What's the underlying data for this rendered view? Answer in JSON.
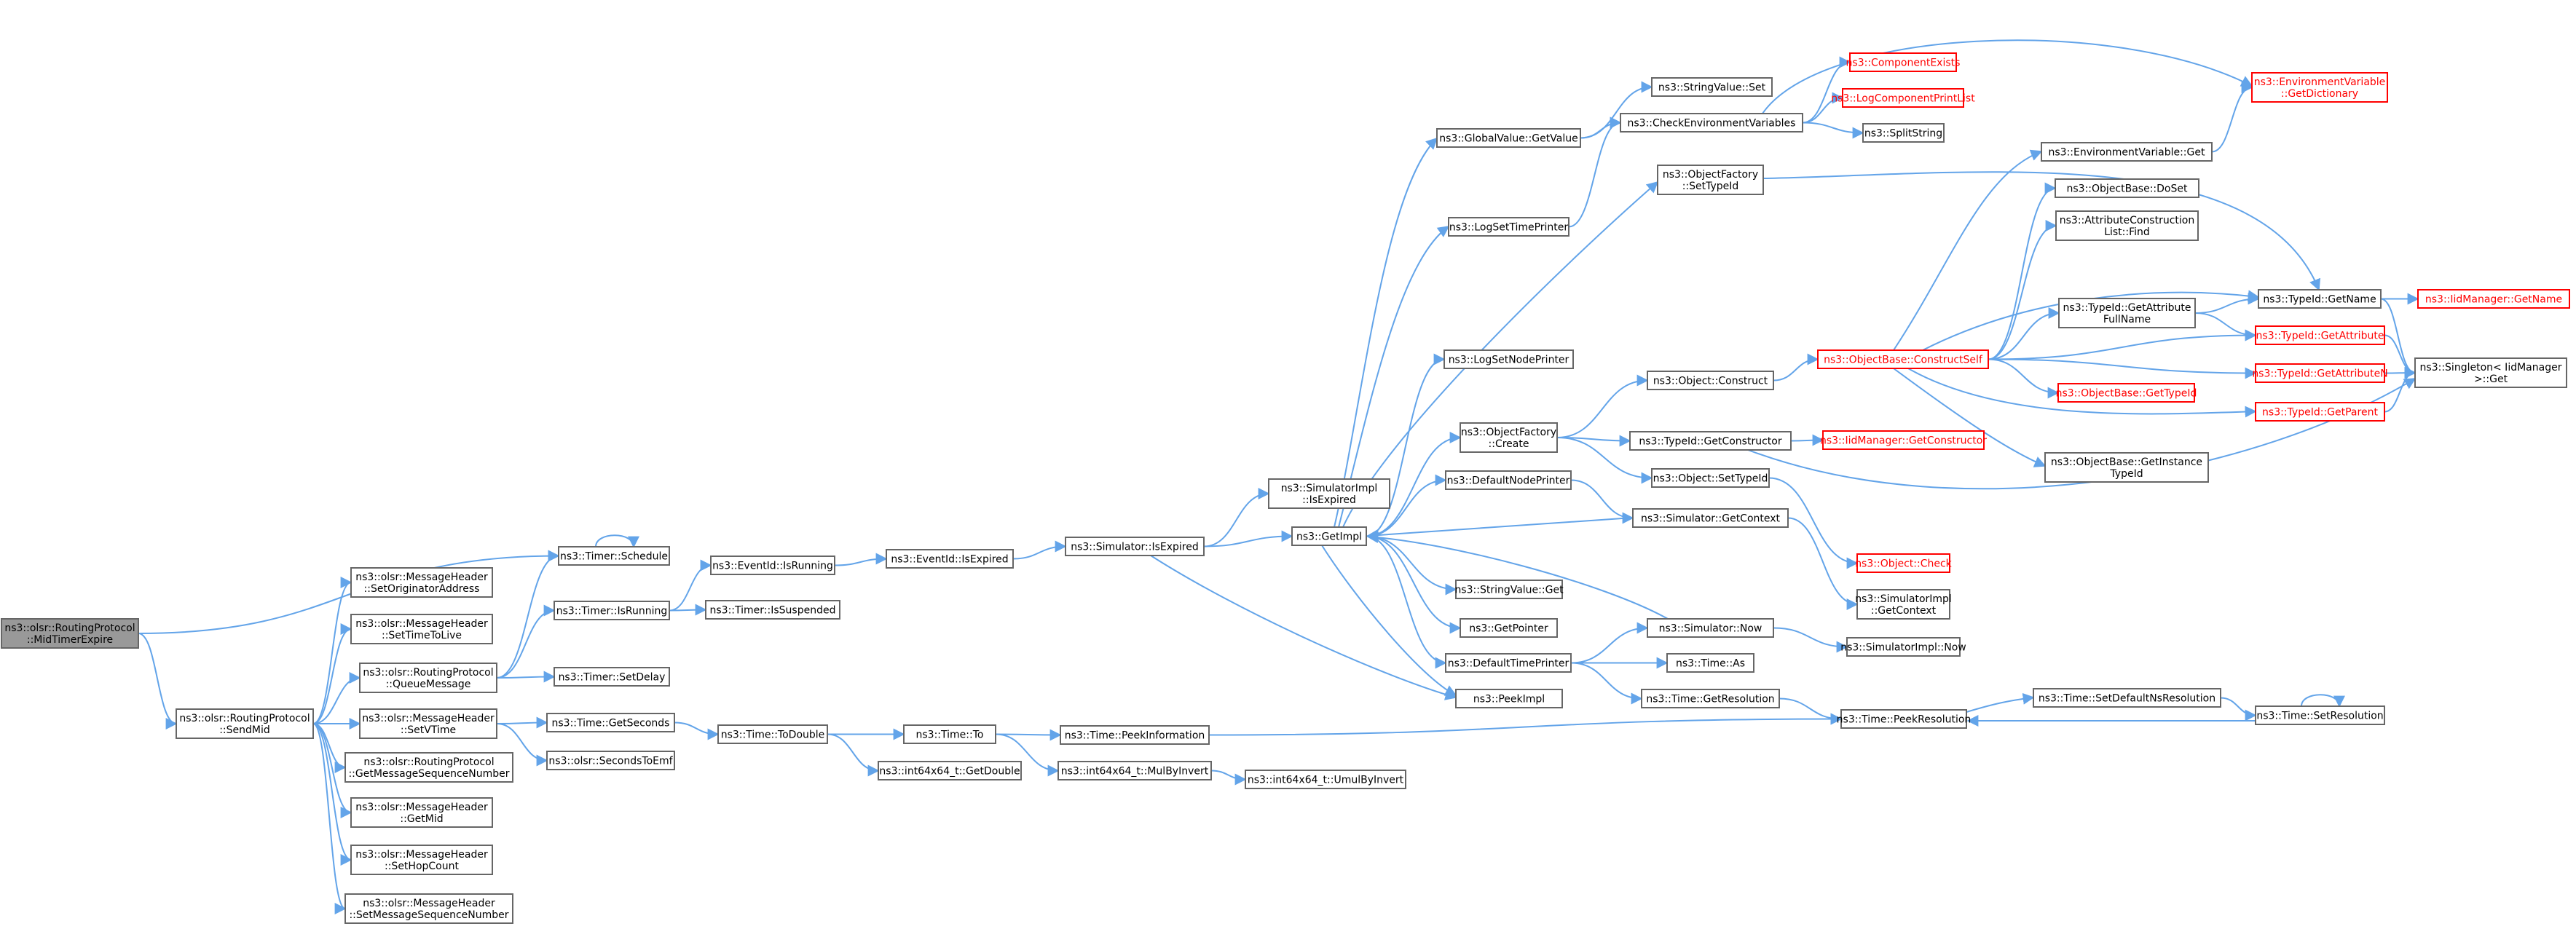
{
  "graph": {
    "nodes": [
      {
        "id": "root",
        "lines": [
          "ns3::olsr::RoutingProtocol",
          "::MidTimerExpire"
        ],
        "style": "root"
      },
      {
        "id": "sendmid",
        "lines": [
          "ns3::olsr::RoutingProtocol",
          "::SendMid"
        ]
      },
      {
        "id": "schedule",
        "lines": [
          "ns3::Timer::Schedule"
        ]
      },
      {
        "id": "setorig",
        "lines": [
          "ns3::olsr::MessageHeader",
          "::SetOriginatorAddress"
        ]
      },
      {
        "id": "setttl",
        "lines": [
          "ns3::olsr::MessageHeader",
          "::SetTimeToLive"
        ]
      },
      {
        "id": "queuemsg",
        "lines": [
          "ns3::olsr::RoutingProtocol",
          "::QueueMessage"
        ]
      },
      {
        "id": "setvtime",
        "lines": [
          "ns3::olsr::MessageHeader",
          "::SetVTime"
        ]
      },
      {
        "id": "getmsgseq",
        "lines": [
          "ns3::olsr::RoutingProtocol",
          "::GetMessageSequenceNumber"
        ]
      },
      {
        "id": "getmid",
        "lines": [
          "ns3::olsr::MessageHeader",
          "::GetMid"
        ]
      },
      {
        "id": "sethop",
        "lines": [
          "ns3::olsr::MessageHeader",
          "::SetHopCount"
        ]
      },
      {
        "id": "setmsgseq",
        "lines": [
          "ns3::olsr::MessageHeader",
          "::SetMessageSequenceNumber"
        ]
      },
      {
        "id": "timerisrunning",
        "lines": [
          "ns3::Timer::IsRunning"
        ]
      },
      {
        "id": "setdelay",
        "lines": [
          "ns3::Timer::SetDelay"
        ]
      },
      {
        "id": "getseconds",
        "lines": [
          "ns3::Time::GetSeconds"
        ]
      },
      {
        "id": "secondstoemf",
        "lines": [
          "ns3::olsr::SecondsToEmf"
        ]
      },
      {
        "id": "eventidisrunning",
        "lines": [
          "ns3::EventId::IsRunning"
        ]
      },
      {
        "id": "timerissuspended",
        "lines": [
          "ns3::Timer::IsSuspended"
        ]
      },
      {
        "id": "todouble",
        "lines": [
          "ns3::Time::ToDouble"
        ]
      },
      {
        "id": "eventidisexpired",
        "lines": [
          "ns3::EventId::IsExpired"
        ]
      },
      {
        "id": "timeto",
        "lines": [
          "ns3::Time::To"
        ]
      },
      {
        "id": "getdouble",
        "lines": [
          "ns3::int64x64_t::GetDouble"
        ]
      },
      {
        "id": "simisexpired",
        "lines": [
          "ns3::Simulator::IsExpired"
        ]
      },
      {
        "id": "peekinfo",
        "lines": [
          "ns3::Time::PeekInformation"
        ]
      },
      {
        "id": "mulbyinvert",
        "lines": [
          "ns3::int64x64_t::MulByInvert"
        ]
      },
      {
        "id": "umulbyinvert",
        "lines": [
          "ns3::int64x64_t::UmulByInvert"
        ]
      },
      {
        "id": "simimplisexpired",
        "lines": [
          "ns3::SimulatorImpl",
          "::IsExpired"
        ]
      },
      {
        "id": "getimpl",
        "lines": [
          "ns3::GetImpl"
        ]
      },
      {
        "id": "peekimpl",
        "lines": [
          "ns3::PeekImpl"
        ]
      },
      {
        "id": "gvgetvalue",
        "lines": [
          "ns3::GlobalValue::GetValue"
        ]
      },
      {
        "id": "logsettime",
        "lines": [
          "ns3::LogSetTimePrinter"
        ]
      },
      {
        "id": "logsetnode",
        "lines": [
          "ns3::LogSetNodePrinter"
        ]
      },
      {
        "id": "ofcreate",
        "lines": [
          "ns3::ObjectFactory",
          "::Create"
        ]
      },
      {
        "id": "defnodeprinter",
        "lines": [
          "ns3::DefaultNodePrinter"
        ]
      },
      {
        "id": "stringvalueget",
        "lines": [
          "ns3::StringValue::Get"
        ]
      },
      {
        "id": "getpointer",
        "lines": [
          "ns3::GetPointer"
        ]
      },
      {
        "id": "deftimeprinter",
        "lines": [
          "ns3::DefaultTimePrinter"
        ]
      },
      {
        "id": "stringvalueset",
        "lines": [
          "ns3::StringValue::Set"
        ]
      },
      {
        "id": "checkenv",
        "lines": [
          "ns3::CheckEnvironmentVariables"
        ]
      },
      {
        "id": "ofsettypeid",
        "lines": [
          "ns3::ObjectFactory",
          "::SetTypeId"
        ]
      },
      {
        "id": "objconstruct",
        "lines": [
          "ns3::Object::Construct"
        ]
      },
      {
        "id": "typeidgetctor",
        "lines": [
          "ns3::TypeId::GetConstructor"
        ]
      },
      {
        "id": "objsettypeid",
        "lines": [
          "ns3::Object::SetTypeId"
        ]
      },
      {
        "id": "simgetcontext",
        "lines": [
          "ns3::Simulator::GetContext"
        ]
      },
      {
        "id": "simnow",
        "lines": [
          "ns3::Simulator::Now"
        ]
      },
      {
        "id": "timeas",
        "lines": [
          "ns3::Time::As"
        ]
      },
      {
        "id": "timegetres",
        "lines": [
          "ns3::Time::GetResolution"
        ]
      },
      {
        "id": "compexists",
        "lines": [
          "ns3::ComponentExists"
        ],
        "style": "red"
      },
      {
        "id": "logcompprint",
        "lines": [
          "ns3::LogComponentPrintList"
        ],
        "style": "red"
      },
      {
        "id": "splitstring",
        "lines": [
          "ns3::SplitString"
        ]
      },
      {
        "id": "obconstructself",
        "lines": [
          "ns3::ObjectBase::ConstructSelf"
        ],
        "style": "red"
      },
      {
        "id": "iidgetctor",
        "lines": [
          "ns3::IidManager::GetConstructor"
        ],
        "style": "red"
      },
      {
        "id": "objcheck",
        "lines": [
          "ns3::Object::Check"
        ],
        "style": "red"
      },
      {
        "id": "simimplgetctx",
        "lines": [
          "ns3::SimulatorImpl",
          "::GetContext"
        ]
      },
      {
        "id": "simimplnow",
        "lines": [
          "ns3::SimulatorImpl::Now"
        ]
      },
      {
        "id": "peekres",
        "lines": [
          "ns3::Time::PeekResolution"
        ]
      },
      {
        "id": "envget",
        "lines": [
          "ns3::EnvironmentVariable::Get"
        ]
      },
      {
        "id": "obdoset",
        "lines": [
          "ns3::ObjectBase::DoSet"
        ]
      },
      {
        "id": "attrfind",
        "lines": [
          "ns3::AttributeConstruction",
          "List::Find"
        ]
      },
      {
        "id": "tidgetattrfull",
        "lines": [
          "ns3::TypeId::GetAttribute",
          "FullName"
        ]
      },
      {
        "id": "obgettypeid",
        "lines": [
          "ns3::ObjectBase::GetTypeId"
        ],
        "style": "red"
      },
      {
        "id": "obgetinstance",
        "lines": [
          "ns3::ObjectBase::GetInstance",
          "TypeId"
        ]
      },
      {
        "id": "setdefres",
        "lines": [
          "ns3::Time::SetDefaultNsResolution"
        ]
      },
      {
        "id": "envgetdict",
        "lines": [
          "ns3::EnvironmentVariable",
          "::GetDictionary"
        ],
        "style": "red"
      },
      {
        "id": "tidgetname",
        "lines": [
          "ns3::TypeId::GetName"
        ]
      },
      {
        "id": "tidgetattr",
        "lines": [
          "ns3::TypeId::GetAttribute"
        ],
        "style": "red"
      },
      {
        "id": "tidgetattrn",
        "lines": [
          "ns3::TypeId::GetAttributeN"
        ],
        "style": "red"
      },
      {
        "id": "tidgetparent",
        "lines": [
          "ns3::TypeId::GetParent"
        ],
        "style": "red"
      },
      {
        "id": "setres",
        "lines": [
          "ns3::Time::SetResolution"
        ]
      },
      {
        "id": "iidgetname",
        "lines": [
          "ns3::IidManager::GetName"
        ],
        "style": "red"
      },
      {
        "id": "singleton",
        "lines": [
          "ns3::Singleton< IidManager",
          ">::Get"
        ]
      }
    ],
    "edges": [
      [
        "root",
        "schedule"
      ],
      [
        "root",
        "sendmid"
      ],
      [
        "sendmid",
        "setorig"
      ],
      [
        "sendmid",
        "setttl"
      ],
      [
        "sendmid",
        "queuemsg"
      ],
      [
        "sendmid",
        "setvtime"
      ],
      [
        "sendmid",
        "getmsgseq"
      ],
      [
        "sendmid",
        "getmid"
      ],
      [
        "sendmid",
        "sethop"
      ],
      [
        "sendmid",
        "setmsgseq"
      ],
      [
        "schedule",
        "schedule"
      ],
      [
        "queuemsg",
        "schedule"
      ],
      [
        "queuemsg",
        "timerisrunning"
      ],
      [
        "queuemsg",
        "setdelay"
      ],
      [
        "timerisrunning",
        "eventidisrunning"
      ],
      [
        "timerisrunning",
        "timerissuspended"
      ],
      [
        "eventidisrunning",
        "eventidisexpired"
      ],
      [
        "eventidisexpired",
        "simisexpired"
      ],
      [
        "setvtime",
        "getseconds"
      ],
      [
        "setvtime",
        "secondstoemf"
      ],
      [
        "getseconds",
        "todouble"
      ],
      [
        "todouble",
        "timeto"
      ],
      [
        "todouble",
        "getdouble"
      ],
      [
        "timeto",
        "peekinfo"
      ],
      [
        "timeto",
        "mulbyinvert"
      ],
      [
        "mulbyinvert",
        "umulbyinvert"
      ],
      [
        "peekinfo",
        "peekres"
      ],
      [
        "simisexpired",
        "simimplisexpired"
      ],
      [
        "simisexpired",
        "getimpl"
      ],
      [
        "simisexpired",
        "peekimpl"
      ],
      [
        "getimpl",
        "gvgetvalue"
      ],
      [
        "getimpl",
        "logsettime"
      ],
      [
        "getimpl",
        "ofsettypeid"
      ],
      [
        "getimpl",
        "logsetnode"
      ],
      [
        "getimpl",
        "ofcreate"
      ],
      [
        "getimpl",
        "defnodeprinter"
      ],
      [
        "getimpl",
        "stringvalueget"
      ],
      [
        "getimpl",
        "getpointer"
      ],
      [
        "getimpl",
        "deftimeprinter"
      ],
      [
        "getimpl",
        "peekimpl"
      ],
      [
        "gvgetvalue",
        "stringvalueset"
      ],
      [
        "gvgetvalue",
        "checkenv"
      ],
      [
        "logsettime",
        "checkenv"
      ],
      [
        "checkenv",
        "compexists"
      ],
      [
        "checkenv",
        "logcompprint"
      ],
      [
        "checkenv",
        "splitstring"
      ],
      [
        "checkenv",
        "envgetdict"
      ],
      [
        "ofsettypeid",
        "tidgetname"
      ],
      [
        "ofcreate",
        "objconstruct"
      ],
      [
        "ofcreate",
        "typeidgetctor"
      ],
      [
        "ofcreate",
        "objsettypeid"
      ],
      [
        "objconstruct",
        "obconstructself"
      ],
      [
        "typeidgetctor",
        "iidgetctor"
      ],
      [
        "typeidgetctor",
        "singleton"
      ],
      [
        "objsettypeid",
        "objcheck"
      ],
      [
        "defnodeprinter",
        "simgetcontext"
      ],
      [
        "simgetcontext",
        "getimpl"
      ],
      [
        "simgetcontext",
        "simimplgetctx"
      ],
      [
        "deftimeprinter",
        "simnow"
      ],
      [
        "deftimeprinter",
        "timeas"
      ],
      [
        "deftimeprinter",
        "timegetres"
      ],
      [
        "simnow",
        "getimpl"
      ],
      [
        "simnow",
        "simimplnow"
      ],
      [
        "timegetres",
        "peekres"
      ],
      [
        "obconstructself",
        "envget"
      ],
      [
        "obconstructself",
        "obdoset"
      ],
      [
        "obconstructself",
        "attrfind"
      ],
      [
        "obconstructself",
        "tidgetattrfull"
      ],
      [
        "obconstructself",
        "tidgetname"
      ],
      [
        "obconstructself",
        "tidgetattr"
      ],
      [
        "obconstructself",
        "tidgetattrn"
      ],
      [
        "obconstructself",
        "obgettypeid"
      ],
      [
        "obconstructself",
        "tidgetparent"
      ],
      [
        "obconstructself",
        "obgetinstance"
      ],
      [
        "envget",
        "envgetdict"
      ],
      [
        "tidgetattrfull",
        "tidgetname"
      ],
      [
        "tidgetattrfull",
        "tidgetattr"
      ],
      [
        "tidgetname",
        "iidgetname"
      ],
      [
        "tidgetname",
        "singleton"
      ],
      [
        "tidgetattr",
        "singleton"
      ],
      [
        "tidgetattrn",
        "singleton"
      ],
      [
        "tidgetparent",
        "singleton"
      ],
      [
        "peekres",
        "setdefres"
      ],
      [
        "setdefres",
        "setres"
      ],
      [
        "setres",
        "peekres"
      ],
      [
        "setres",
        "setres"
      ]
    ]
  }
}
